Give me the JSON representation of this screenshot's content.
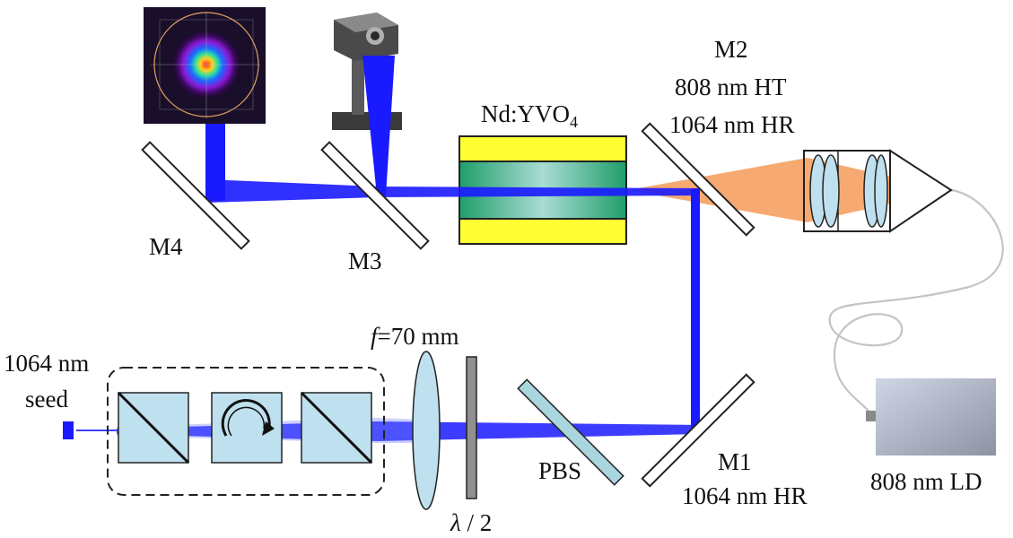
{
  "labels": {
    "m4": "M4",
    "m3": "M3",
    "m2": "M2",
    "m2_line2": "808 nm HT",
    "m2_line3": "1064 nm HR",
    "crystal_main": "Nd:YVO",
    "crystal_sub": "4",
    "m1": "M1",
    "m1_line2": "1064 nm HR",
    "pbs": "PBS",
    "lens_f": "f",
    "lens_value": "=70 mm",
    "halfwave_lambda": "λ",
    "halfwave_rest": " / 2",
    "seed_line1": "1064 nm",
    "seed_line2": "seed",
    "ld": "808 nm LD"
  },
  "colors": {
    "beam": "#1a1aff",
    "pump": "#f5a060",
    "yellow": "#ffff33",
    "crystal_green": "#2fae7a",
    "optic_blue": "#bfe0ee",
    "ld_gray": "#a6acbc"
  }
}
